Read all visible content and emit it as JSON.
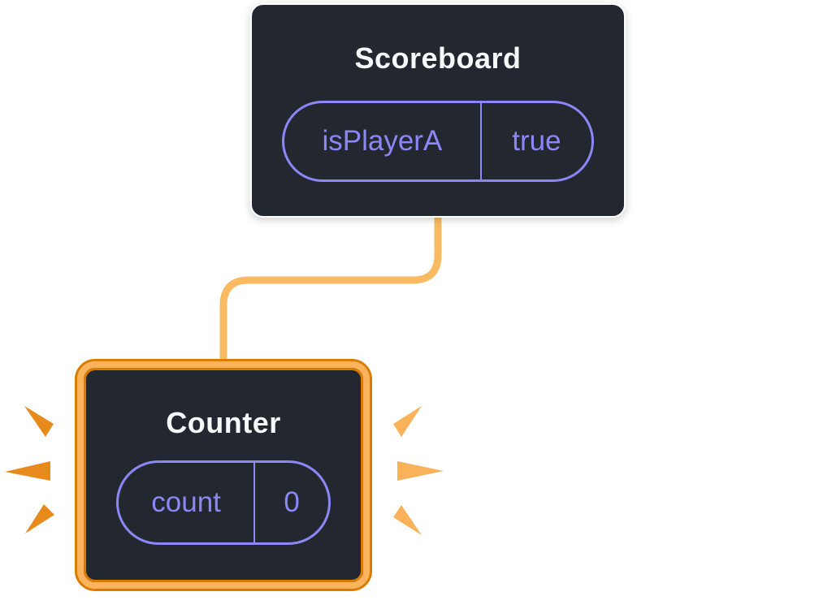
{
  "diagram": {
    "components": {
      "scoreboard": {
        "title": "Scoreboard",
        "state": {
          "name": "isPlayerA",
          "value": "true"
        }
      },
      "counter": {
        "title": "Counter",
        "state": {
          "name": "count",
          "value": "0"
        },
        "highlighted": true
      }
    },
    "colors": {
      "canvas_background": "#FFFFFF",
      "component_fill": "#23272F",
      "component_border": "#FFFFFF",
      "title_text": "#F6F7F9",
      "state_accent": "#8B87F7",
      "connector_orange": "#F9BA61",
      "highlight_band": "#FBB45C",
      "highlight_edge": "#DB7C00",
      "sparkle_dark": "#E8891C",
      "sparkle_light": "#F9B25A"
    }
  }
}
